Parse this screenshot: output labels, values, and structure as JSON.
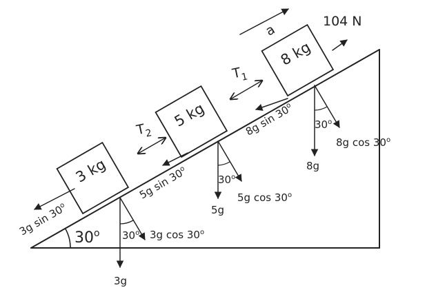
{
  "incline": {
    "angle_label": "30",
    "degree_symbol": "o"
  },
  "blocks": [
    {
      "mass_label": "3 kg"
    },
    {
      "mass_label": "5 kg"
    },
    {
      "mass_label": "8 kg"
    }
  ],
  "applied_force": {
    "label": "104 N"
  },
  "acceleration": {
    "label": "a"
  },
  "tensions": [
    {
      "label": "T",
      "subscript": "1"
    },
    {
      "label": "T",
      "subscript": "2"
    }
  ],
  "forces": {
    "block_8": {
      "weight": "8g",
      "parallel": "8g sin 30",
      "normal": "8g cos 30",
      "angle": "30"
    },
    "block_5": {
      "weight": "5g",
      "parallel": "5g sin 30",
      "normal": "5g cos 30",
      "angle": "30"
    },
    "block_3": {
      "weight": "3g",
      "parallel": "3g sin 30",
      "normal": "3g cos 30",
      "angle": "30"
    }
  },
  "colors": {
    "ink": "#222222",
    "background": "#ffffff"
  }
}
